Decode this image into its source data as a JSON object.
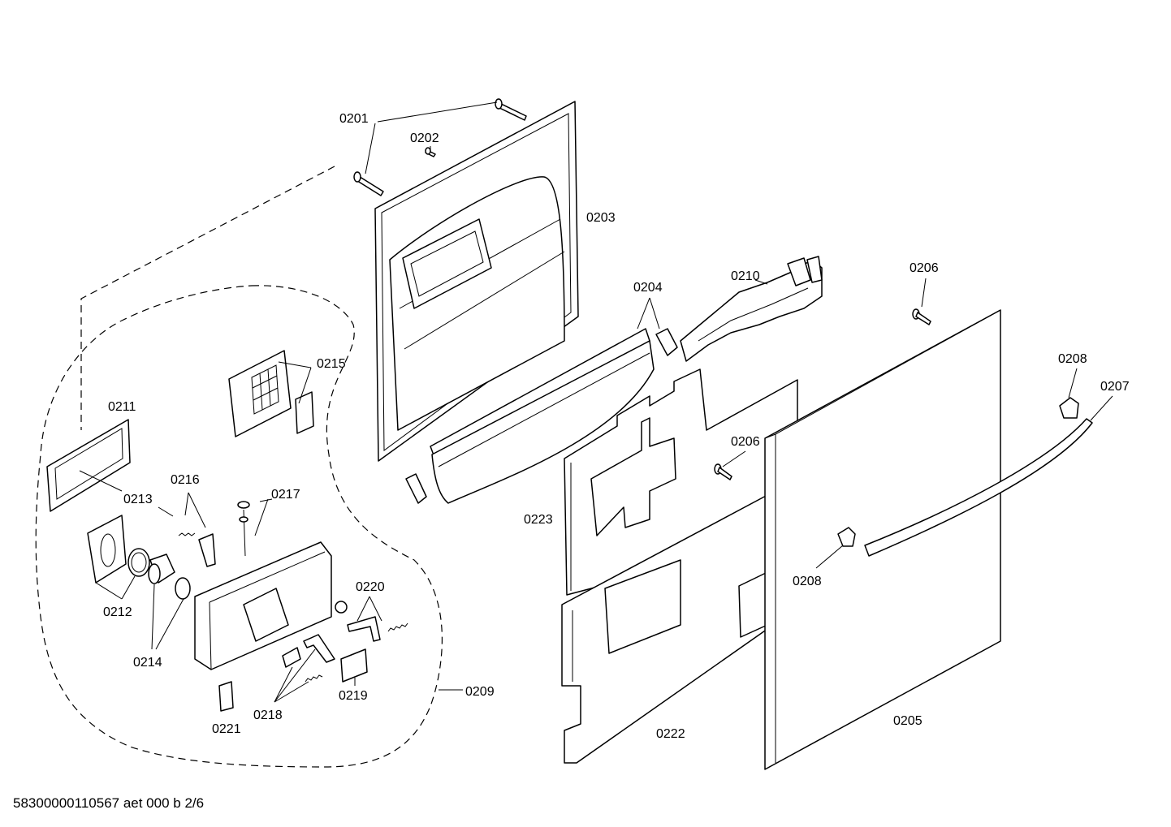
{
  "diagram": {
    "footer_code": "58300000110567 aet 000 b 2/6",
    "callouts": {
      "c0201": "0201",
      "c0202": "0202",
      "c0203": "0203",
      "c0204": "0204",
      "c0205": "0205",
      "c0206a": "0206",
      "c0206b": "0206",
      "c0207": "0207",
      "c0208a": "0208",
      "c0208b": "0208",
      "c0209": "0209",
      "c0210": "0210",
      "c0211": "0211",
      "c0212": "0212",
      "c0213": "0213",
      "c0214": "0214",
      "c0215": "0215",
      "c0216": "0216",
      "c0217": "0217",
      "c0218": "0218",
      "c0219": "0219",
      "c0220": "0220",
      "c0221": "0221",
      "c0222": "0222",
      "c0223": "0223"
    }
  }
}
